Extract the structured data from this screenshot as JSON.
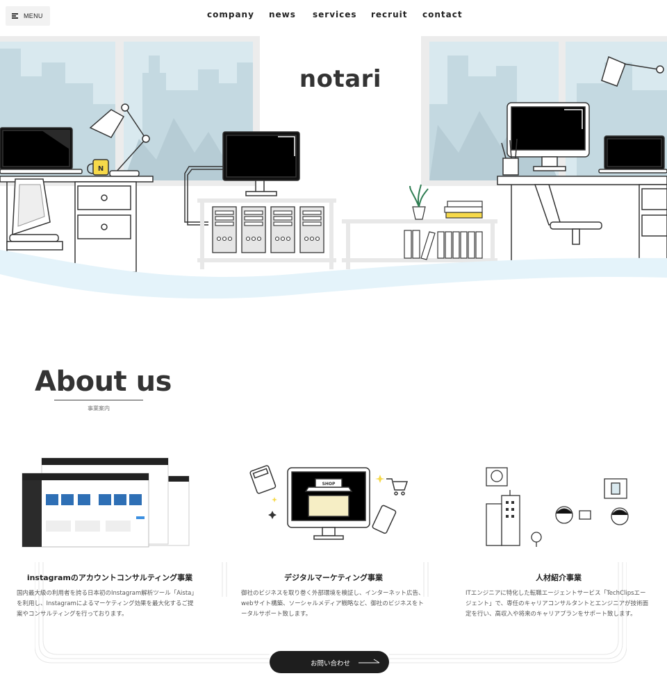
{
  "header": {
    "menu_label": "MENU",
    "nav": [
      "company",
      "news",
      "services",
      "recruit",
      "contact"
    ]
  },
  "hero": {
    "logo": "notari",
    "mug_letter": "N",
    "shop_sign": "SHOP"
  },
  "about": {
    "title": "About us",
    "subtitle": "事業案内"
  },
  "services": [
    {
      "title": "instagramのアカウントコンサルティング事業",
      "desc": [
        "国内最大級の利用者を誇る日本初のInstagram解析ツール「Aista」",
        "を利用し、Instagramによるマーケティング効果を最大化するご提",
        "案やコンサルティングを行っております。"
      ]
    },
    {
      "title": "デジタルマーケティング事業",
      "desc": [
        "御社のビジネスを取り巻く外部環境を検証し、インターネット広告、",
        "webサイト構築、ソーシャルメディア戦略など、御社のビジネスをト",
        "ータルサポート致します。"
      ]
    },
    {
      "title": "人材紹介事業",
      "desc": [
        "ITエンジニアに特化した転職エージェントサービス「TechClipsエー",
        "ジェント」で、専任のキャリアコンサルタントとエンジニアが技術面",
        "定を行い、高収入や将来のキャリアプランをサポート致します。"
      ]
    }
  ],
  "contact_button": "お問い合わせ",
  "colors": {
    "sky": "#d7e7ee",
    "city": "#c7dbe3",
    "dark": "#1e1e1e",
    "accent_yellow": "#f6d94a",
    "wave": "#e4f3fa"
  }
}
